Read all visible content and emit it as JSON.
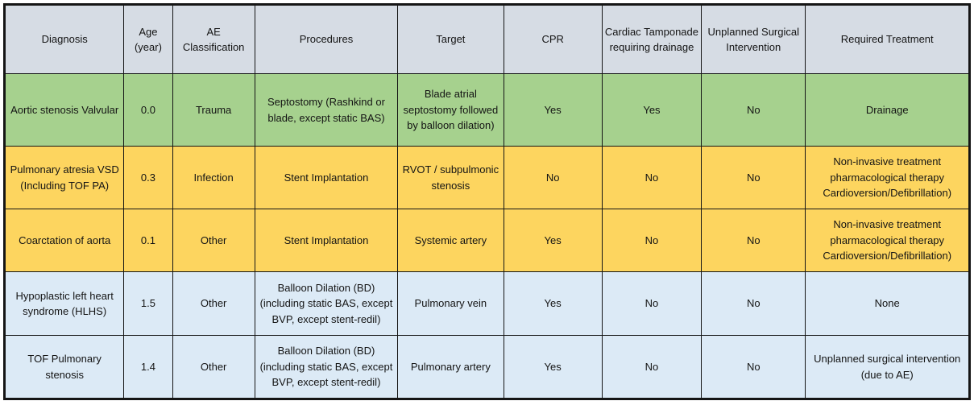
{
  "colors": {
    "header_bg": "#d6dce4",
    "green_bg": "#a6d18e",
    "yellow_bg": "#fdd55f",
    "blue_bg": "#dceaf6",
    "border": "#151515"
  },
  "table": {
    "headers": {
      "diagnosis": "Diagnosis",
      "age": "Age\n(year)",
      "ae_classification": "AE Classification",
      "procedures": "Procedures",
      "target": "Target",
      "cpr": "CPR",
      "cardiac_tamponade": "Cardiac Tamponade requiring drainage",
      "unplanned_surgical": "Unplanned Surgical Intervention",
      "required_treatment": "Required Treatment"
    },
    "rows": [
      {
        "row_color": "green",
        "diagnosis": "Aortic stenosis Valvular",
        "age": "0.0",
        "ae_classification": "Trauma",
        "procedures": "Septostomy (Rashkind or blade, except static BAS)",
        "target": "Blade atrial septostomy followed by balloon dilation)",
        "cpr": "Yes",
        "cardiac_tamponade": "Yes",
        "unplanned_surgical": "No",
        "required_treatment": "Drainage"
      },
      {
        "row_color": "yellow",
        "diagnosis": "Pulmonary atresia VSD (Including TOF PA)",
        "age": "0.3",
        "ae_classification": "Infection",
        "procedures": "Stent Implantation",
        "target": "RVOT / subpulmonic stenosis",
        "cpr": "No",
        "cardiac_tamponade": "No",
        "unplanned_surgical": "No",
        "required_treatment": "Non-invasive treatment pharmacological therapy Cardioversion/Defibrillation)"
      },
      {
        "row_color": "yellow",
        "diagnosis": "Coarctation of aorta",
        "age": "0.1",
        "ae_classification": "Other",
        "procedures": "Stent Implantation",
        "target": "Systemic artery",
        "cpr": "Yes",
        "cardiac_tamponade": "No",
        "unplanned_surgical": "No",
        "required_treatment": "Non-invasive treatment pharmacological therapy Cardioversion/Defibrillation)"
      },
      {
        "row_color": "blue",
        "diagnosis": "Hypoplastic left heart syndrome (HLHS)",
        "age": "1.5",
        "ae_classification": "Other",
        "procedures": "Balloon Dilation (BD) (including static BAS, except BVP, except stent-redil)",
        "target": "Pulmonary vein",
        "cpr": "Yes",
        "cardiac_tamponade": "No",
        "unplanned_surgical": "No",
        "required_treatment": "None"
      },
      {
        "row_color": "blue",
        "diagnosis": "TOF Pulmonary stenosis",
        "age": "1.4",
        "ae_classification": "Other",
        "procedures": "Balloon Dilation (BD) (including static BAS, except BVP, except stent-redil)",
        "target": "Pulmonary artery",
        "cpr": "Yes",
        "cardiac_tamponade": "No",
        "unplanned_surgical": "No",
        "required_treatment": "Unplanned surgical intervention (due to AE)"
      }
    ]
  }
}
